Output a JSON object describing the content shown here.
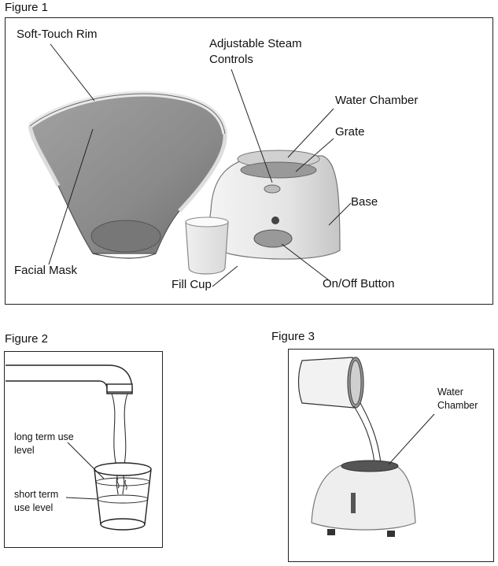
{
  "figures": {
    "fig1": {
      "title": "Figure 1",
      "labels": {
        "soft_touch_rim": "Soft-Touch Rim",
        "steam_controls_l1": "Adjustable Steam",
        "steam_controls_l2": "Controls",
        "water_chamber": "Water Chamber",
        "grate": "Grate",
        "base": "Base",
        "facial_mask": "Facial Mask",
        "fill_cup": "Fill Cup",
        "on_off_button": "On/Off Button"
      }
    },
    "fig2": {
      "title": "Figure 2",
      "labels": {
        "long_term_l1": "long term use",
        "long_term_l2": "level",
        "short_term_l1": "short term",
        "short_term_l2": "use level"
      }
    },
    "fig3": {
      "title": "Figure 3",
      "labels": {
        "water_l1": "Water",
        "water_l2": "Chamber"
      }
    }
  },
  "colors": {
    "frame": "#222222",
    "mask_fill": "#8e8e8e",
    "base_fill": "#e9e9e9",
    "dark_grey": "#666666"
  }
}
